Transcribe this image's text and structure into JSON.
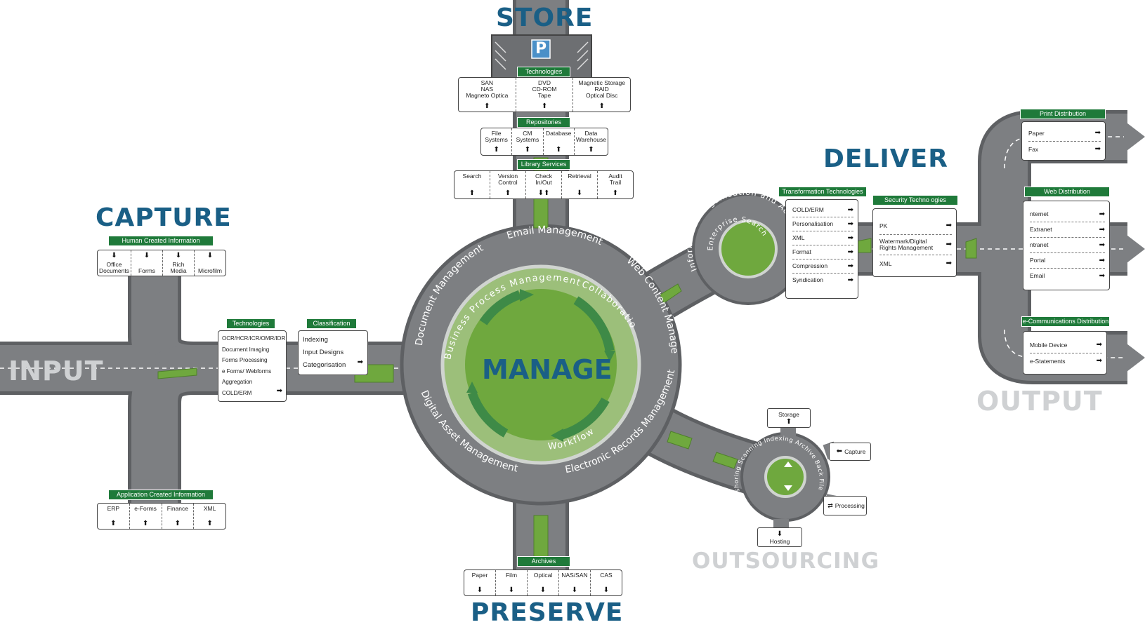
{
  "sections": {
    "store": "STORE",
    "capture": "CAPTURE",
    "deliver": "DELIVER",
    "input": "INPUT",
    "output": "OUTPUT",
    "manage": "MANAGE",
    "preserve": "PRESERVE",
    "outsourcing": "OUTSOURCING"
  },
  "parking_sign": "P",
  "store": {
    "technologies": {
      "title": "Technologies",
      "cells": [
        "SAN\nNAS\nMagneto Optica",
        "DVD\nCD-ROM\nTape",
        "Magnetic Storage\nRAID\nOptical Disc"
      ]
    },
    "repositories": {
      "title": "Repositories",
      "cells": [
        "File\nSystems",
        "CM\nSystems",
        "Database",
        "Data\nWarehouse"
      ]
    },
    "library_services": {
      "title": "Library Services",
      "cells": [
        "Search",
        "Version\nControl",
        "Check\nIn/Out",
        "Retrieval",
        "Audit\nTrail"
      ]
    }
  },
  "capture": {
    "human": {
      "title": "Human Created Information",
      "cells": [
        "Office\nDocuments",
        "Forms",
        "Rich\nMedia",
        "Microfilm"
      ]
    },
    "application": {
      "title": "Application Created Information",
      "cells": [
        "ERP",
        "e-Forms",
        "Finance",
        "XML"
      ]
    },
    "technologies": {
      "title": "Technologies",
      "items": [
        "OCR/HCR/ICR/OMR/IDR",
        "Document Imaging",
        "Forms Processing",
        "e Forms/ Webforms",
        "Aggregation",
        "COLD/ERM"
      ]
    },
    "classification": {
      "title": "Classification",
      "items": [
        "Indexing",
        "Input Designs",
        "Categorisation"
      ]
    }
  },
  "manage_ring": {
    "outer": [
      "Document Management",
      "Email Management",
      "Web Content Management",
      "Electronic Records Management",
      "Digital Asset Management"
    ],
    "inner": [
      "Collaboration",
      "Workflow",
      "Business Process Management"
    ]
  },
  "small_circle": {
    "outer": "Information Organisation and Access",
    "inner": "Enterprise Search"
  },
  "deliver": {
    "transformation": {
      "title": "Transformation Technologies",
      "items": [
        "COLD/ERM",
        "Personalisation",
        "XML",
        "Format",
        "Compression",
        "Syndication"
      ]
    },
    "security": {
      "title": "Security Techno ogies",
      "items": [
        "PK",
        "Watermark/Digital\nRights Management",
        "XML"
      ]
    },
    "print": {
      "title": "Print Distribution",
      "items": [
        "Paper",
        "Fax"
      ]
    },
    "web": {
      "title": "Web Distribution",
      "items": [
        "nternet",
        "Extranet",
        "ntranet",
        "Portal",
        "Email"
      ]
    },
    "ecomm": {
      "title": "e-Communications Distribution",
      "items": [
        "Mobile Device",
        "e-Statements"
      ]
    }
  },
  "preserve": {
    "title": "Archives",
    "cells": [
      "Paper",
      "Film",
      "Optical",
      "NAS/SAN",
      "CAS"
    ]
  },
  "outsourcing": {
    "ring_labels": [
      "Scanning",
      "Indexing",
      "Archive",
      "Back File",
      "Off-shoring"
    ],
    "storage": "Storage",
    "capture": "Capture",
    "processing": "Processing",
    "hosting": "Hosting"
  },
  "icons": {
    "up": "↑-arrow-icon",
    "down": "↓-arrow-icon",
    "right": "→-arrow-icon",
    "left": "←-arrow-icon"
  },
  "colors": {
    "road": "#7d7f82",
    "road_edge": "#5e6063",
    "grass": "#6fa83e",
    "dark_green": "#1f7a3a",
    "blue_text": "#1a5f86",
    "grey_text": "#cfd1d3"
  }
}
